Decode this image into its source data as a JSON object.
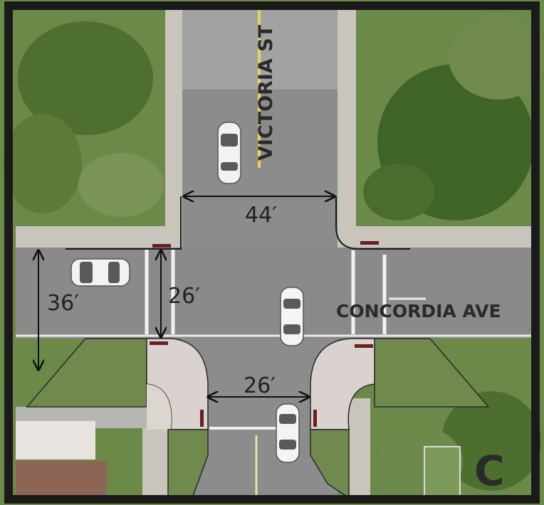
{
  "streets": {
    "north_south": "VICTORIA ST",
    "east_west": "CONCORDIA AVE"
  },
  "dimensions": {
    "victoria_width": "44′",
    "concordia_width": "36′",
    "concordia_narrowed": "26′",
    "victoria_narrowed": "26′"
  },
  "panel_label": "C",
  "colors": {
    "frame": "#1a1a1a",
    "pavement": "#8e8e8e",
    "grass": "#5f7d3a",
    "proposed_green": "#6f8a4c",
    "proposed_sidewalk": "#d9d2ce",
    "curb_ramp_marker": "#6b1f1f",
    "dimension_line": "#111111"
  }
}
